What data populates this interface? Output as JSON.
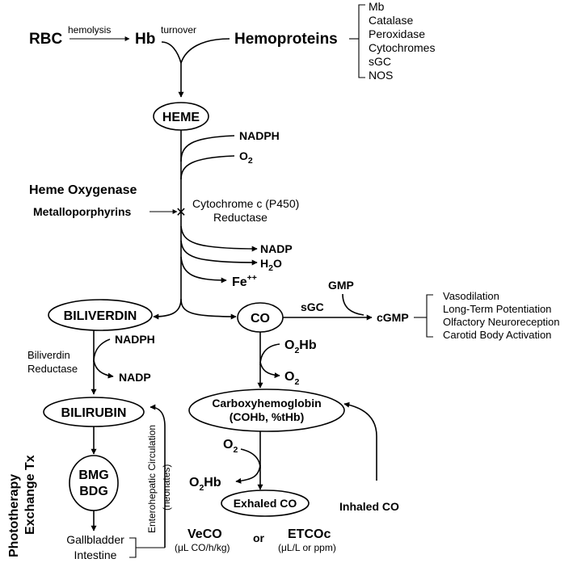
{
  "nodes": {
    "rbc": "RBC",
    "hb": "Hb",
    "hemoproteins": "Hemoproteins",
    "heme": "HEME",
    "biliverdin": "BILIVERDIN",
    "co": "CO",
    "bilirubin": "BILIRUBIN",
    "bmg": "BMG",
    "bdg": "BDG",
    "carboxy_line1": "Carboxyhemoglobin",
    "carboxy_line2": "(COHb, %tHb)",
    "exhaled": "Exhaled CO",
    "cgmp": "cGMP"
  },
  "edge_labels": {
    "hemolysis": "hemolysis",
    "turnover": "turnover",
    "sgc": "sGC",
    "gmp": "GMP",
    "biliverdin_reductase_1": "Biliverdin",
    "biliverdin_reductase_2": "Reductase"
  },
  "hemoprotein_list": [
    "Mb",
    "Catalase",
    "Peroxidase",
    "Cytochromes",
    "sGC",
    "NOS"
  ],
  "cgmp_effects": [
    "Vasodilation",
    "Long-Term Potentiation",
    "Olfactory Neuroreception",
    "Carotid Body Activation"
  ],
  "heme_oxygenase": {
    "title": "Heme Oxygenase",
    "inhibitor": "Metalloporphyrins",
    "inputs": {
      "nadph": "NADPH",
      "o": "O",
      "o_sub": "2"
    },
    "cofactor_line1": "Cytochrome c (P450)",
    "cofactor_line2": "Reductase",
    "outputs": {
      "nadp": "NADP",
      "h": "H",
      "h_sub": "2",
      "h_o": "O",
      "fe": "Fe",
      "fe_sup": "++"
    }
  },
  "biliverdin_branch": {
    "nadph": "NADPH",
    "nadp": "NADP"
  },
  "co_branch": {
    "o2hb_o": "O",
    "o2hb_sub": "2",
    "o2hb_hb": "Hb",
    "o2_o": "O",
    "o2_sub": "2"
  },
  "exchange": {
    "o2_o": "O",
    "o2_sub": "2",
    "o2hb_o": "O",
    "o2hb_sub": "2",
    "o2hb_hb": "Hb",
    "inhaled": "Inhaled CO"
  },
  "excretion": {
    "gallbladder": "Gallbladder",
    "intestine": "Intestine",
    "enterohepatic_1": "Enterohepatic Circulation",
    "enterohepatic_2": "(neonates)"
  },
  "therapy": {
    "phototherapy": "Phototherapy",
    "exchange_tx": "Exchange Tx"
  },
  "measures": {
    "veco": "VeCO",
    "veco_unit_mu": "μ",
    "veco_unit_rest": "L CO/h/kg)",
    "or": "or",
    "etcoc": "ETCOc",
    "etcoc_unit_mu": "μ",
    "etcoc_unit_rest": "L/L or ppm)"
  }
}
